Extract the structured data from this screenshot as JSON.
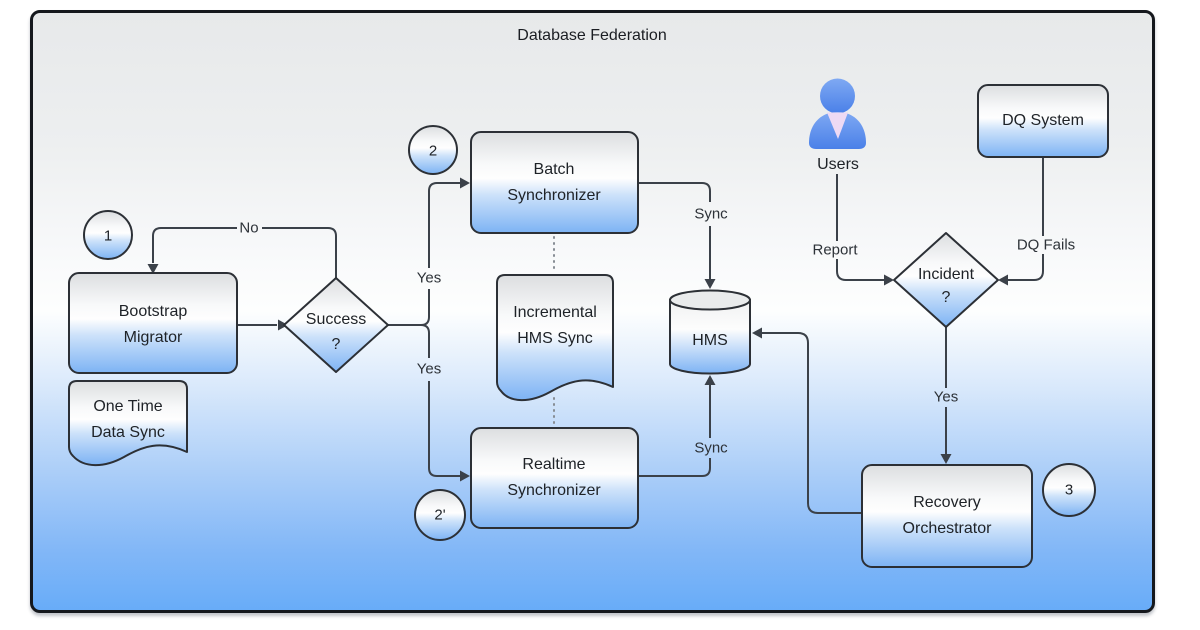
{
  "title": "Database Federation",
  "nodes": {
    "step1": "1",
    "step2": "2",
    "step2_prime": "2'",
    "step3": "3",
    "bootstrap_migrator": "Bootstrap\nMigrator",
    "one_time_data_sync": "One Time\nData Sync",
    "success_decision": "Success\n?",
    "batch_synchronizer": "Batch\nSynchronizer",
    "incremental_hms_sync": "Incremental\nHMS Sync",
    "realtime_synchronizer": "Realtime\nSynchronizer",
    "hms": "HMS",
    "users": "Users",
    "incident_decision": "Incident\n?",
    "dq_system": "DQ System",
    "recovery_orchestrator": "Recovery\nOrchestrator"
  },
  "edges": {
    "no": "No",
    "yes_to_batch": "Yes",
    "yes_to_realtime": "Yes",
    "sync_batch": "Sync",
    "sync_realtime": "Sync",
    "report": "Report",
    "dq_fails": "DQ Fails",
    "yes_to_recovery": "Yes"
  },
  "icons": {
    "users": "person-icon"
  },
  "colors": {
    "frame_top": "#e7e9ea",
    "frame_bottom": "#68acf8",
    "frame_border": "#15181d",
    "node_top": "#dcdee0",
    "node_bottom": "#7db3f4",
    "node_border": "#2c3036",
    "edge_stroke": "#3b4149",
    "dotted_stroke": "#878d94",
    "person_blue_top": "#7fa9f3",
    "person_blue_bottom": "#4a80e8",
    "person_collar": "#eedaf4",
    "text": "#1e2227"
  }
}
